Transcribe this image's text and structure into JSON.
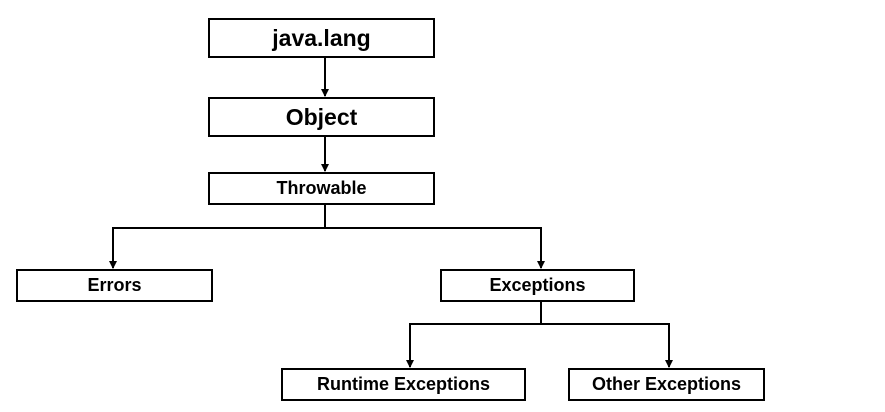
{
  "diagram": {
    "nodes": {
      "java_lang": "java.lang",
      "object": "Object",
      "throwable": "Throwable",
      "errors": "Errors",
      "exceptions": "Exceptions",
      "runtime_exceptions": "Runtime Exceptions",
      "other_exceptions": "Other Exceptions"
    },
    "edges": [
      {
        "from": "java_lang",
        "to": "object"
      },
      {
        "from": "object",
        "to": "throwable"
      },
      {
        "from": "throwable",
        "to": "errors"
      },
      {
        "from": "throwable",
        "to": "exceptions"
      },
      {
        "from": "exceptions",
        "to": "runtime_exceptions"
      },
      {
        "from": "exceptions",
        "to": "other_exceptions"
      }
    ],
    "colors": {
      "line": "#000000",
      "box_border": "#000000",
      "box_fill": "#ffffff",
      "text": "#000000"
    }
  }
}
